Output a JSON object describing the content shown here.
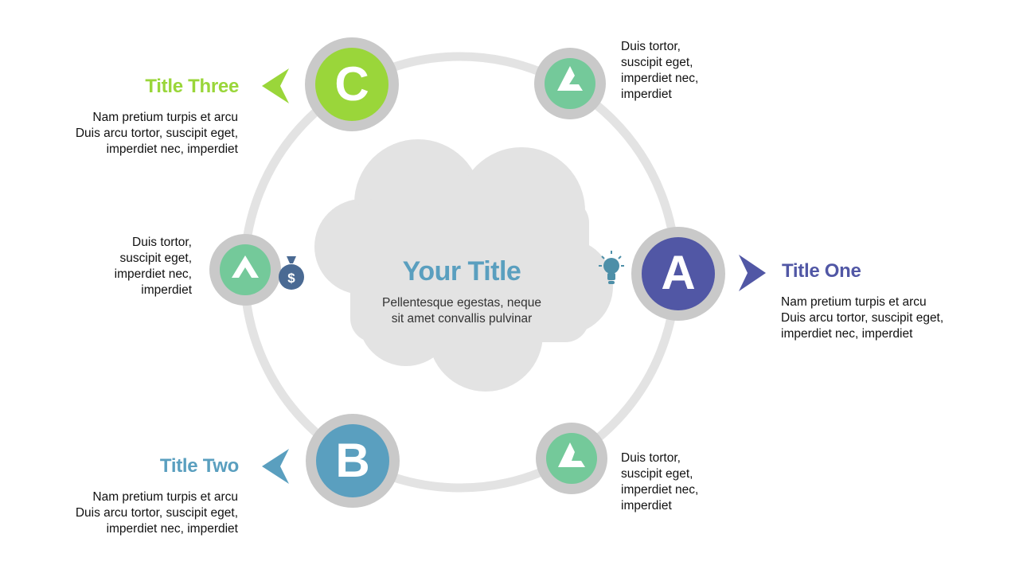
{
  "center": {
    "title": "Your Title",
    "subtitle_line1": "Pellentesque egestas, neque",
    "subtitle_line2": "sit amet convallis pulvinar"
  },
  "nodes": {
    "a": {
      "letter": "A",
      "title": "Title One",
      "color": "#5157a5",
      "desc": [
        "Nam pretium turpis et arcu",
        "Duis arcu tortor, suscipit eget,",
        "imperdiet nec, imperdiet"
      ]
    },
    "b": {
      "letter": "B",
      "title": "Title Two",
      "color": "#5a9fbf",
      "desc": [
        "Nam pretium turpis et arcu",
        "Duis arcu tortor, suscipit eget,",
        "imperdiet nec, imperdiet"
      ]
    },
    "c": {
      "letter": "C",
      "title": "Title Three",
      "color": "#9ad63a",
      "desc": [
        "Nam pretium turpis et arcu",
        "Duis arcu tortor, suscipit eget,",
        "imperdiet nec, imperdiet"
      ]
    }
  },
  "small_nodes": {
    "top_right": [
      "Duis tortor,",
      "suscipit eget,",
      "imperdiet nec,",
      "imperdiet"
    ],
    "bottom_right": [
      "Duis tortor,",
      "suscipit eget,",
      "imperdiet nec,",
      "imperdiet"
    ],
    "left": [
      "Duis tortor,",
      "suscipit eget,",
      "imperdiet nec,",
      "imperdiet"
    ]
  },
  "colors": {
    "ring": "#e3e3e3",
    "cloud": "#e3e3e3",
    "node_border": "#c9c9c9",
    "small_node_fill": "#74c99a",
    "icon_dark": "#4a6a93",
    "bulb": "#4d8fa8"
  },
  "icons": {
    "a_accent": "lightbulb-icon",
    "left_accent": "money-bag-icon",
    "small_nodes": "chevron-icon"
  }
}
